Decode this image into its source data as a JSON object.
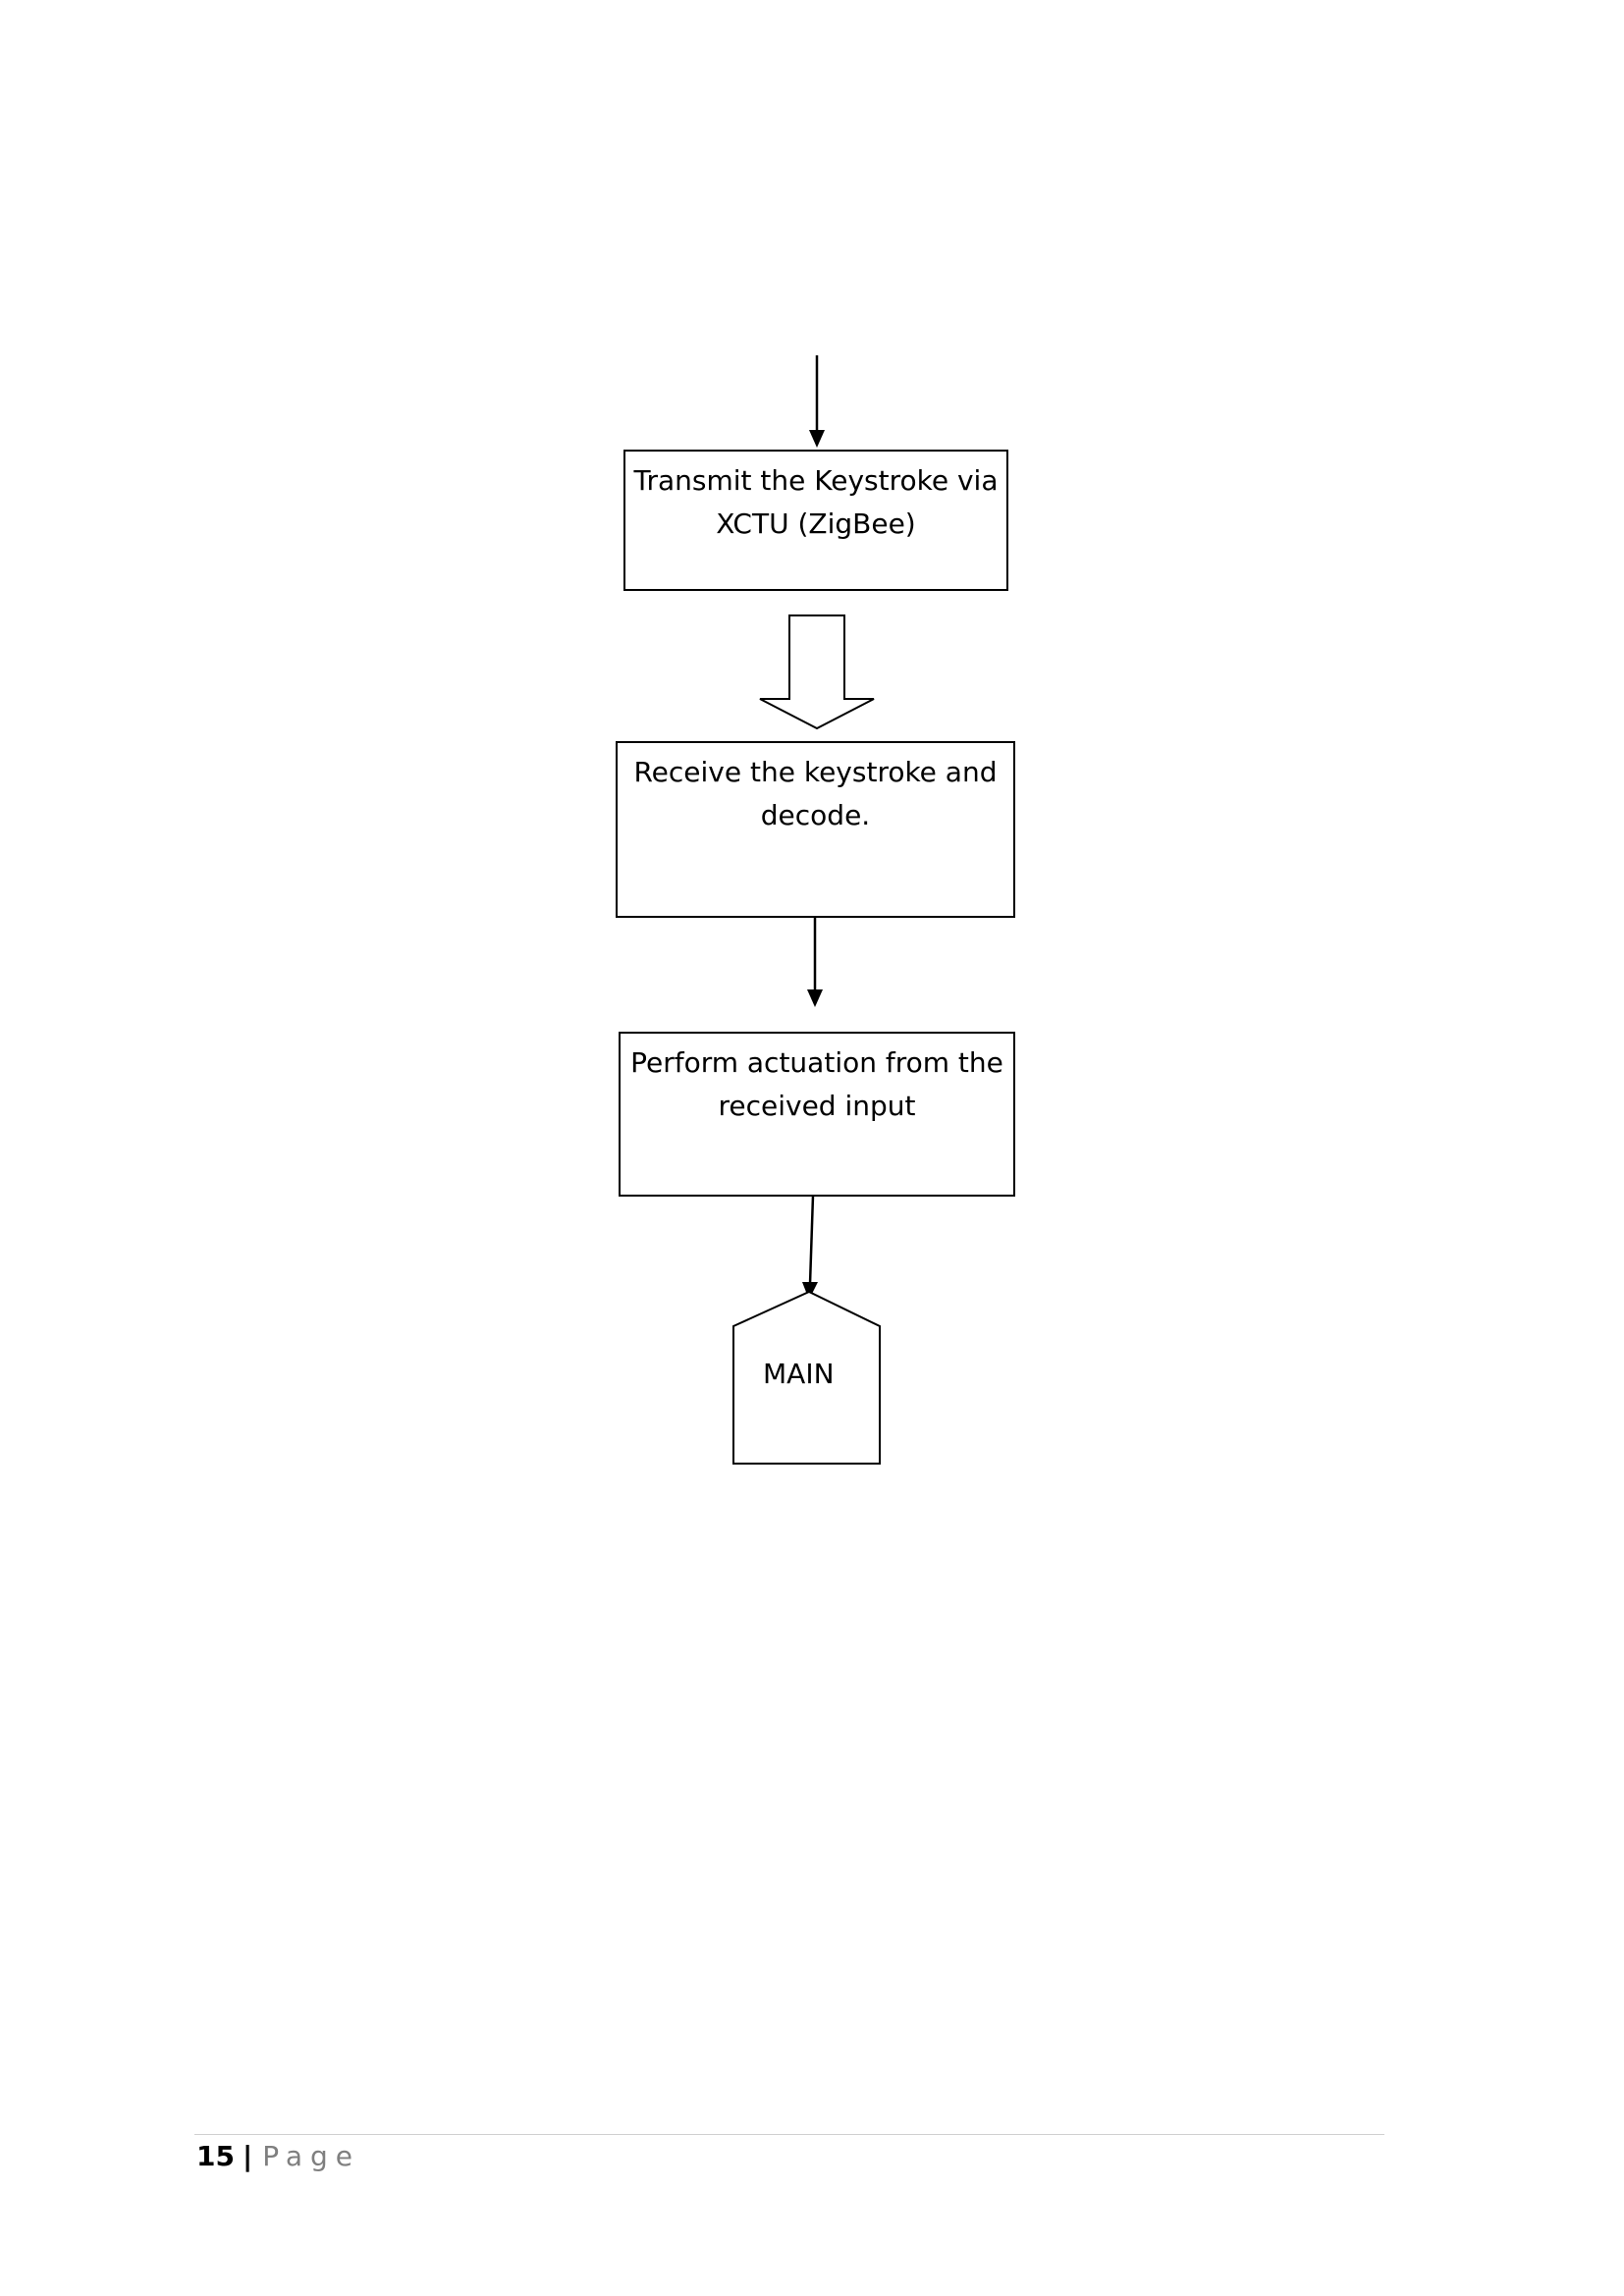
{
  "diagram": {
    "steps": [
      {
        "lines": [
          "Transmit the Keystroke via",
          "XCTU (ZigBee)"
        ]
      },
      {
        "lines": [
          "Receive the keystroke and",
          "decode."
        ]
      },
      {
        "lines": [
          "Perform actuation from the",
          "received input"
        ]
      }
    ],
    "terminator": {
      "label": "MAIN"
    }
  },
  "footer": {
    "page_number": "15",
    "separator": "|",
    "page_label": "Page"
  }
}
